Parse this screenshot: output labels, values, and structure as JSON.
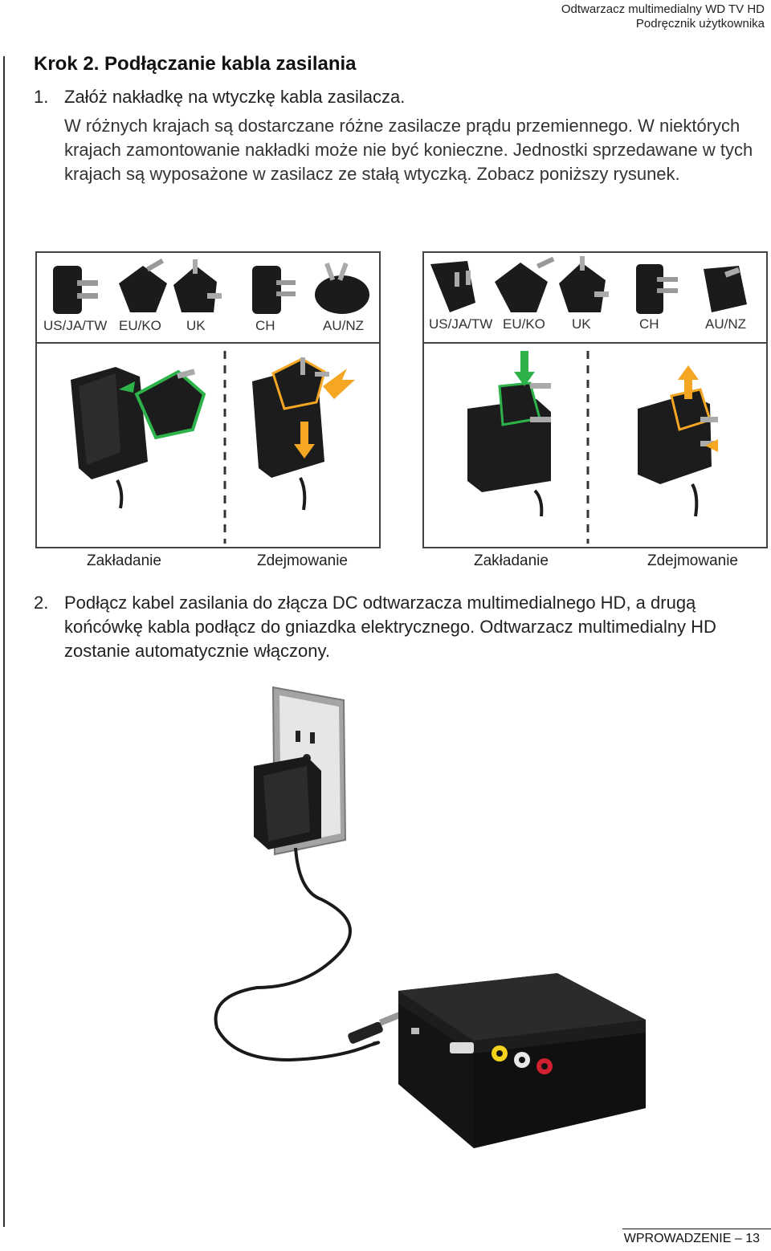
{
  "header": {
    "line1": "Odtwarzacz multimedialny WD TV HD",
    "line2": "Podręcznik użytkownika"
  },
  "section": {
    "title": "Krok 2. Podłączanie kabla zasilania"
  },
  "step1": {
    "number": "1.",
    "text": "Załóż nakładkę na wtyczkę kabla zasilacza.",
    "note": "W różnych krajach są dostarczane różne zasilacze prądu przemiennego. W niektórych krajach zamontowanie nakładki może nie być konieczne. Jednostki sprzedawane w tych krajach są wyposażone w zasilacz ze stałą wtyczką. Zobacz poniższy rysunek."
  },
  "left_panel": {
    "plug_labels": [
      "US/JA/TW",
      "EU/KO",
      "UK",
      "CH",
      "AU/NZ"
    ]
  },
  "right_panel": {
    "plug_labels": [
      "US/JA/TW",
      "EU/KO",
      "UK",
      "CH",
      "AU/NZ"
    ]
  },
  "captions": [
    "Zakładanie",
    "Zdejmowanie",
    "Zakładanie",
    "Zdejmowanie"
  ],
  "step2": {
    "number": "2.",
    "text": "Podłącz kabel zasilania do złącza DC odtwarzacza multimedialnego HD, a drugą końcówkę kabla podłącz do gniazdka elektrycznego. Odtwarzacz multimedialny HD zostanie automatycznie włączony."
  },
  "footer": {
    "label": "WPROWADZENIE – 13"
  },
  "colors": {
    "attach_arrow": "#2db34a",
    "remove_arrow": "#f5a623"
  }
}
